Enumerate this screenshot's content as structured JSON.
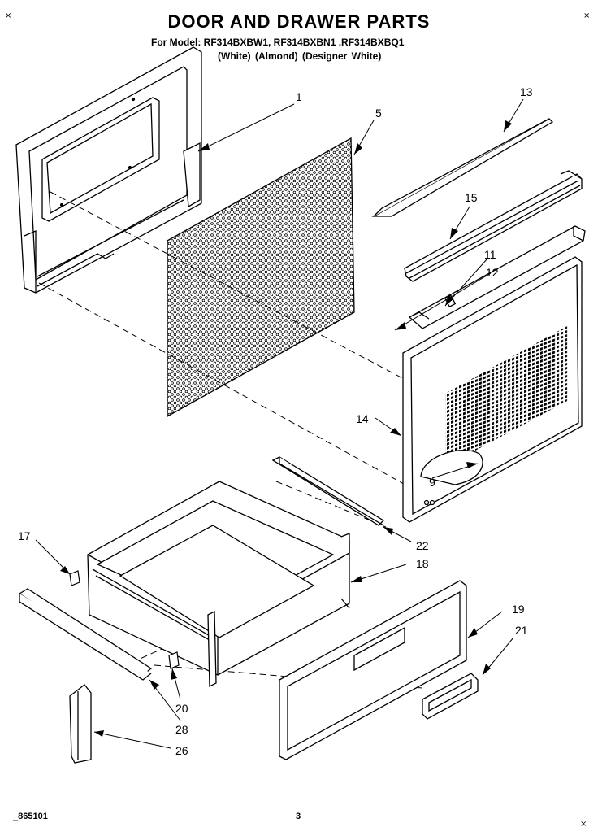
{
  "header": {
    "title": "DOOR AND DRAWER PARTS",
    "model_line": "For Model: RF314BXBW1, RF314BXBN1 ,RF314BXBQ1",
    "color_line": "(White)    (Almond) (Designer White)"
  },
  "footer": {
    "code": "_865101",
    "page": "3"
  },
  "corner_marks": {
    "top_left": "×",
    "top_right": "×",
    "bottom_right": "×"
  },
  "callouts": {
    "c1": "1",
    "c5": "5",
    "c13": "13",
    "c15": "15",
    "c11": "11",
    "c12": "12",
    "c14": "14",
    "c9": "9",
    "c17": "17",
    "c22": "22",
    "c18": "18",
    "c19": "19",
    "c21": "21",
    "c20": "20",
    "c28": "28",
    "c26": "26"
  }
}
